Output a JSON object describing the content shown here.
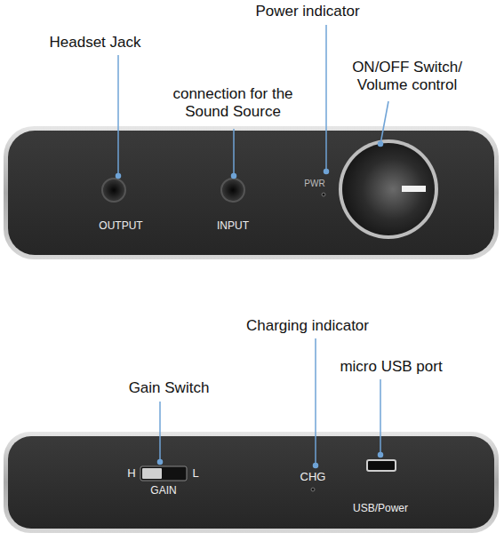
{
  "diagram": {
    "labels": [
      "Power indicator",
      "Headset Jack",
      "ON/OFF Switch/ Volume control",
      "connection for the Sound Source",
      "PWR",
      "OUTPUT",
      "INPUT",
      "Charging indicator",
      "micro USB port",
      "Gain Switch",
      "H",
      "L",
      "GAIN",
      "CHG",
      "USB/Power"
    ]
  }
}
